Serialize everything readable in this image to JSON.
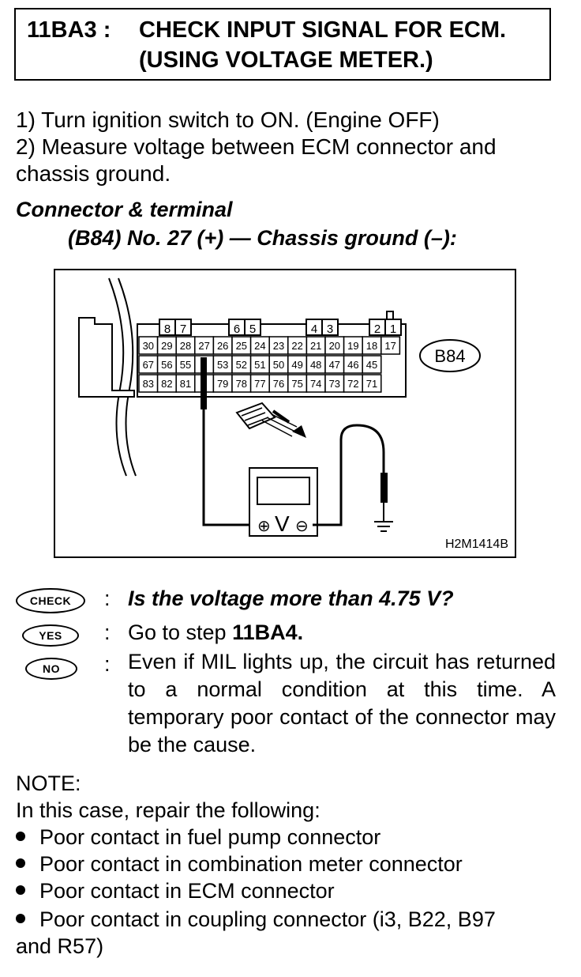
{
  "header": {
    "code": "11BA3 :",
    "title_line1": "CHECK INPUT SIGNAL FOR ECM.",
    "title_line2": "(USING VOLTAGE METER.)"
  },
  "steps": [
    "1)  Turn ignition switch to ON. (Engine OFF)",
    "2)  Measure voltage between ECM connector and",
    "chassis ground."
  ],
  "connector": {
    "title": "Connector & terminal",
    "subtitle": "(B84) No. 27 (+) — Chassis ground (–):"
  },
  "figure": {
    "connector_label": "B84",
    "figure_code": "H2M1414B",
    "top_pins": [
      "8",
      "7",
      "6",
      "5",
      "4",
      "3",
      "2",
      "1"
    ],
    "row2_pins": [
      "30",
      "29",
      "28",
      "27",
      "26",
      "25",
      "24",
      "23",
      "22",
      "21",
      "20",
      "19",
      "18",
      "17"
    ],
    "row3_pins": [
      "67",
      "56",
      "55",
      "",
      "53",
      "52",
      "51",
      "50",
      "49",
      "48",
      "47",
      "46",
      "45"
    ],
    "row4_pins": [
      "83",
      "82",
      "81",
      "",
      "79",
      "78",
      "77",
      "76",
      "75",
      "74",
      "73",
      "72",
      "71"
    ],
    "meter_symbol": "V",
    "plus_symbol": "⊕",
    "minus_symbol": "⊖"
  },
  "decisions": {
    "check_badge": "CHECK",
    "yes_badge": "YES",
    "no_badge": "NO",
    "colon": ":",
    "question": "Is the voltage more than 4.75 V?",
    "yes_prefix": "Go to step ",
    "yes_step": "11BA4.",
    "no_text": "Even if MIL lights up, the circuit has returned to a normal condition at this time. A temporary poor contact of the connector may be the cause."
  },
  "note": {
    "heading": "NOTE:",
    "intro": "In this case, repair the following:",
    "items": [
      "Poor contact in fuel pump connector",
      "Poor contact in combination meter connector",
      "Poor contact in ECM connector",
      "Poor contact in coupling connector (i3, B22, B97"
    ],
    "continuation": "and R57)"
  }
}
